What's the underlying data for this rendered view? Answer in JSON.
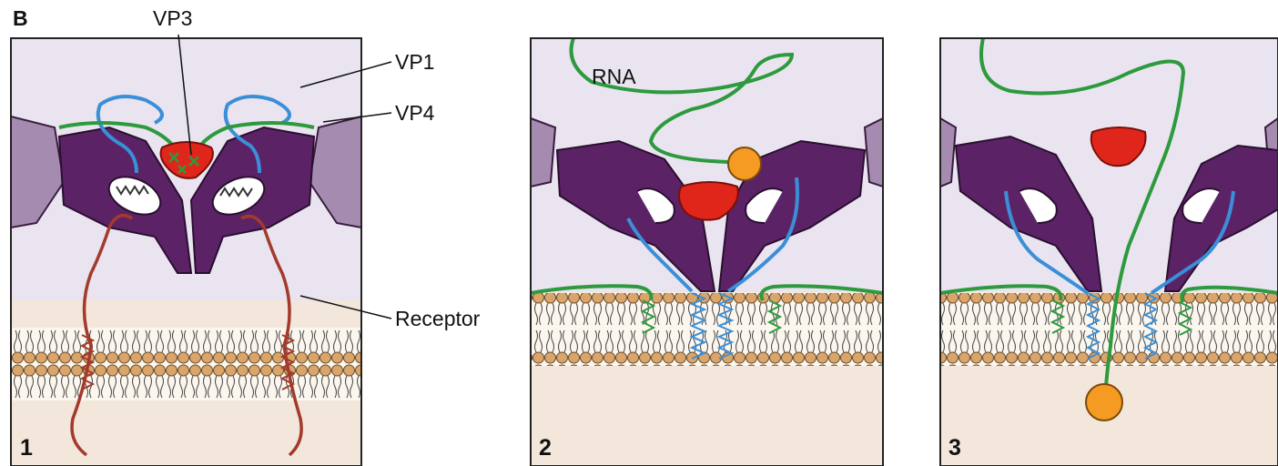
{
  "figure": {
    "letter": "B",
    "labels": {
      "vp3": "VP3",
      "vp1": "VP1",
      "vp4": "VP4",
      "rna": "RNA",
      "receptor": "Receptor"
    },
    "panels": [
      {
        "number": "1"
      },
      {
        "number": "2"
      },
      {
        "number": "3"
      }
    ]
  },
  "colors": {
    "background_upper": "#e9e4ef",
    "background_lower": "#f3e6da",
    "capsid_dark": "#5b2366",
    "capsid_light": "#a58bb0",
    "vp1_blue": "#3a8fd8",
    "vp4_green": "#2d9a3e",
    "vp3_red": "#e0261b",
    "receptor_red": "#a33a2b",
    "membrane_head": "#d9a56a",
    "rna_end_orange": "#f59a22"
  }
}
